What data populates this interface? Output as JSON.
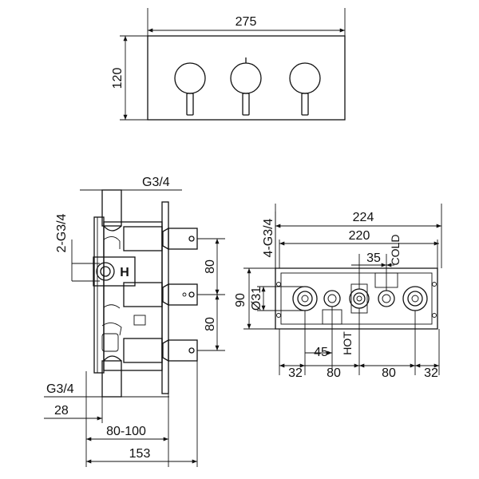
{
  "front_view": {
    "width_label": "275",
    "height_label": "120"
  },
  "side_view": {
    "top_connection_label": "G3/4",
    "side_connection_label": "2-G3/4",
    "spacing_upper_label": "80",
    "spacing_lower_label": "80",
    "hot_marker": "H",
    "bottom_connection_label": "G3/4",
    "depth_28_label": "28",
    "depth_range_label": "80-100",
    "total_depth_label": "153"
  },
  "rear_view": {
    "overall_width_label": "224",
    "inner_width_label": "220",
    "connections_label": "4-G3/4",
    "offset_35_label": "35",
    "cold_label": "COLD",
    "height_90_label": "90",
    "diameter_label": "Ø31",
    "offset_45_label": "45",
    "hot_label": "HOT",
    "bottom_dims": [
      "32",
      "80",
      "80",
      "32"
    ]
  }
}
